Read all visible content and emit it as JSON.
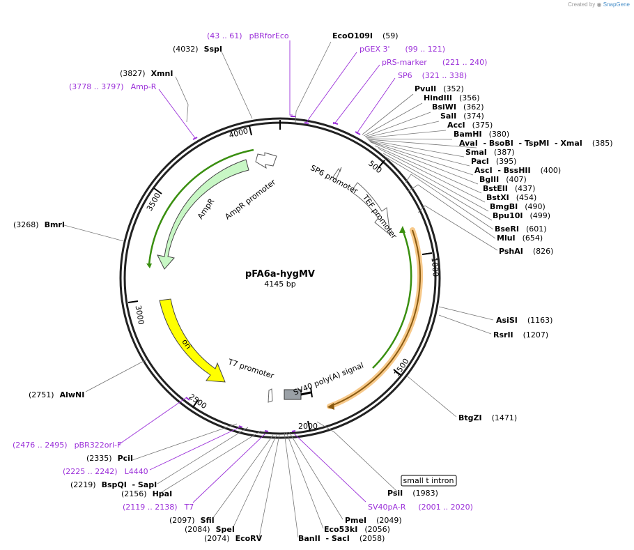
{
  "credit": {
    "prefix": "Created by",
    "brand": "SnapGene"
  },
  "plasmid": {
    "name": "pFA6a-hygMV",
    "size": "4145 bp",
    "length": 4145
  },
  "colors": {
    "primer": "#9b30d9",
    "enzyme": "#000000",
    "ampr": "#c8f7c5",
    "ori": "#ffff00",
    "hyg": "#f7c98a",
    "green_line": "#3a8f10"
  },
  "ticks": [
    "500",
    "1000",
    "1500",
    "2000",
    "2500",
    "3000",
    "3500",
    "4000"
  ],
  "features": {
    "ampr": "AmpR",
    "ampr_promoter": "AmpR promoter",
    "ori": "ori",
    "t7_promoter": "T7 promoter",
    "sv40": "SV40 poly(A) signal",
    "sp6_promoter": "SP6 promoter",
    "tef_promoter": "TEF promoter",
    "small_t_intron": "small t intron"
  },
  "enzymes_right": [
    {
      "name": "EcoO109I",
      "pos": "(59)"
    },
    {
      "name": "PvuII",
      "pos": "(352)"
    },
    {
      "name": "HindIII",
      "pos": "(356)"
    },
    {
      "name": "BsiWI",
      "pos": "(362)"
    },
    {
      "name": "SalI",
      "pos": "(374)"
    },
    {
      "name": "AccI",
      "pos": "(375)"
    },
    {
      "name": "BamHI",
      "pos": "(380)"
    },
    {
      "name": "AvaI  - BsoBI  - TspMI  - XmaI",
      "pos": "(385)"
    },
    {
      "name": "SmaI",
      "pos": "(387)"
    },
    {
      "name": "PacI",
      "pos": "(395)"
    },
    {
      "name": "AscI  - BssHII",
      "pos": "(400)"
    },
    {
      "name": "BglII",
      "pos": "(407)"
    },
    {
      "name": "BstEII",
      "pos": "(437)"
    },
    {
      "name": "BstXI",
      "pos": "(454)"
    },
    {
      "name": "BmgBI",
      "pos": "(490)"
    },
    {
      "name": "Bpu10I",
      "pos": "(499)"
    },
    {
      "name": "BseRI",
      "pos": "(601)"
    },
    {
      "name": "MluI",
      "pos": "(654)"
    },
    {
      "name": "PshAI",
      "pos": "(826)"
    },
    {
      "name": "AsiSI",
      "pos": "(1163)"
    },
    {
      "name": "RsrII",
      "pos": "(1207)"
    },
    {
      "name": "BtgZI",
      "pos": "(1471)"
    },
    {
      "name": "PsiI",
      "pos": "(1983)"
    },
    {
      "name": "PmeI",
      "pos": "(2049)"
    },
    {
      "name": "Eco53kI",
      "pos": "(2056)"
    },
    {
      "name": "BanII  - SacI",
      "pos": "(2058)"
    }
  ],
  "enzymes_left": [
    {
      "name": "SspI",
      "pos": "(4032)"
    },
    {
      "name": "XmnI",
      "pos": "(3827)"
    },
    {
      "name": "BmrI",
      "pos": "(3268)"
    },
    {
      "name": "AlwNI",
      "pos": "(2751)"
    },
    {
      "name": "PciI",
      "pos": "(2335)"
    },
    {
      "name": "BspQI  - SapI",
      "pos": "(2219)"
    },
    {
      "name": "HpaI",
      "pos": "(2156)"
    },
    {
      "name": "SfiI",
      "pos": "(2097)"
    },
    {
      "name": "SpeI",
      "pos": "(2084)"
    },
    {
      "name": "EcoRV",
      "pos": "(2074)"
    }
  ],
  "primers": [
    {
      "name": "pBRforEco",
      "range": "(43 .. 61)"
    },
    {
      "name": "pGEX 3'",
      "range": "(99 .. 121)"
    },
    {
      "name": "pRS-marker",
      "range": "(221 .. 240)"
    },
    {
      "name": "SP6",
      "range": "(321 .. 338)"
    },
    {
      "name": "Amp-R",
      "range": "(3778 .. 3797)"
    },
    {
      "name": "pBR322ori-F",
      "range": "(2476 .. 2495)"
    },
    {
      "name": "L4440",
      "range": "(2225 .. 2242)"
    },
    {
      "name": "T7",
      "range": "(2119 .. 2138)"
    },
    {
      "name": "SV40pA-R",
      "range": "(2001 .. 2020)"
    }
  ]
}
